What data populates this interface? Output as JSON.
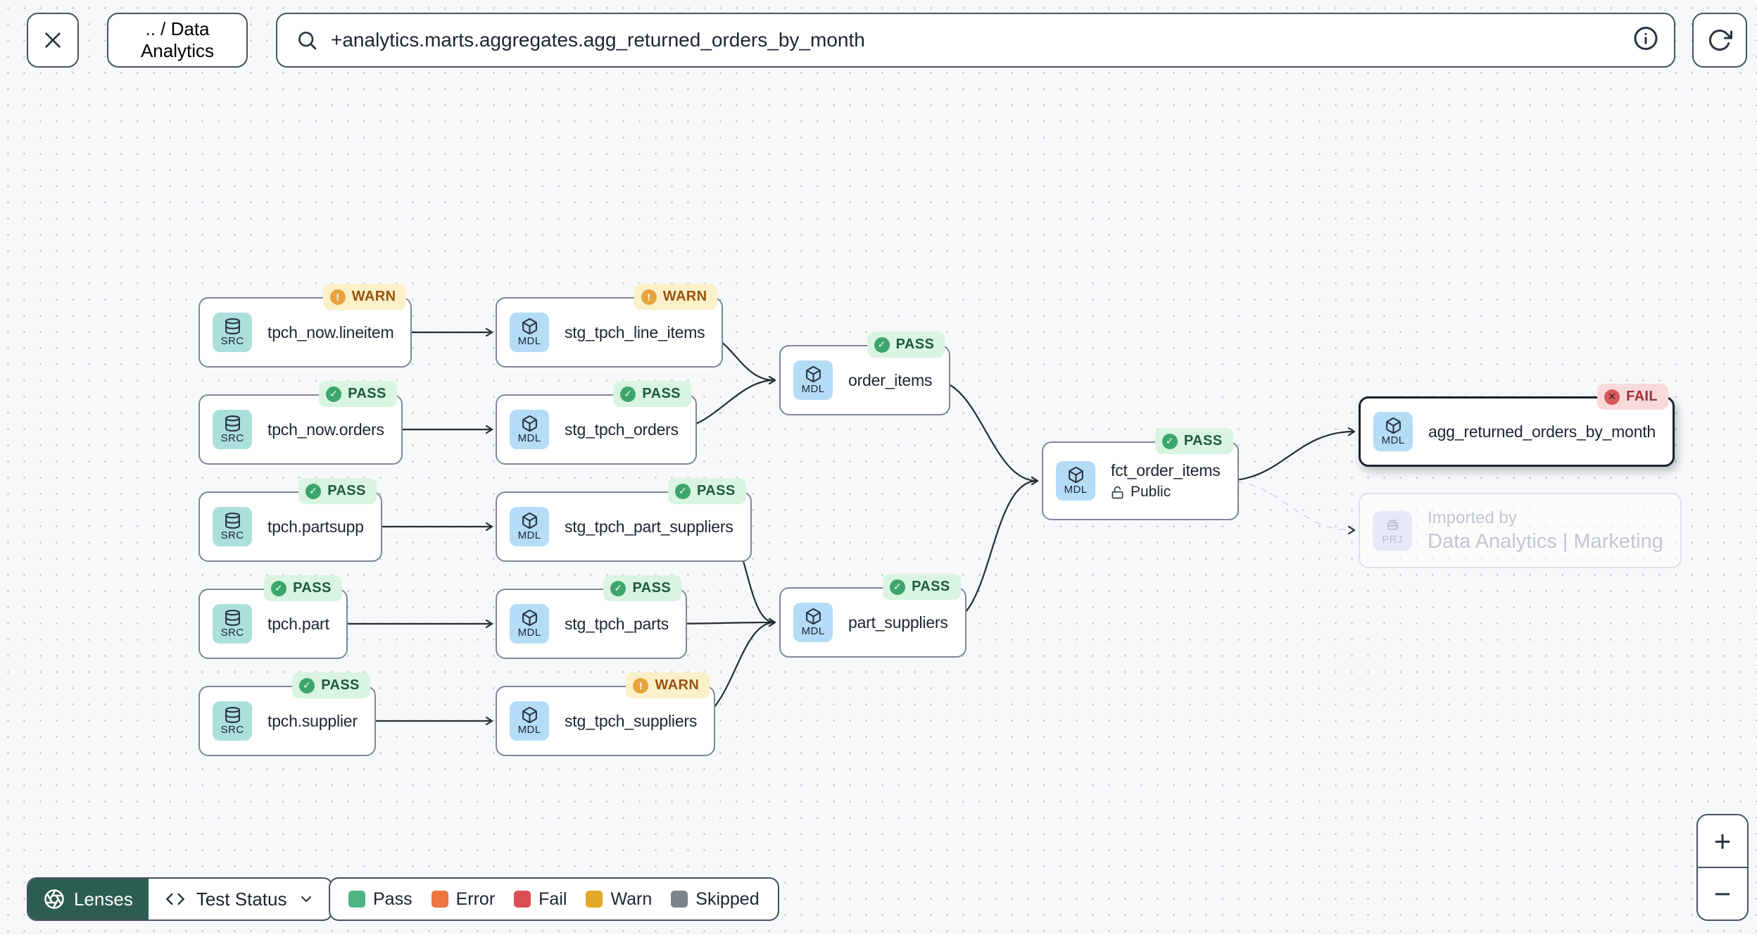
{
  "toolbar": {
    "breadcrumb": ".. / Data Analytics",
    "search_value": "+analytics.marts.aggregates.agg_returned_orders_by_month"
  },
  "icons": {
    "pass": "✓",
    "warn": "!",
    "fail": "✕"
  },
  "nodes": [
    {
      "id": "tpch_now.lineitem",
      "type_label": "SRC",
      "label": "tpch_now.lineitem",
      "status_label": "WARN"
    },
    {
      "id": "stg_tpch_line_items",
      "type_label": "MDL",
      "label": "stg_tpch_line_items",
      "status_label": "WARN"
    },
    {
      "id": "tpch_now.orders",
      "type_label": "SRC",
      "label": "tpch_now.orders",
      "status_label": "PASS"
    },
    {
      "id": "stg_tpch_orders",
      "type_label": "MDL",
      "label": "stg_tpch_orders",
      "status_label": "PASS"
    },
    {
      "id": "tpch.partsupp",
      "type_label": "SRC",
      "label": "tpch.partsupp",
      "status_label": "PASS"
    },
    {
      "id": "stg_tpch_part_suppliers",
      "type_label": "MDL",
      "label": "stg_tpch_part_suppliers",
      "status_label": "PASS"
    },
    {
      "id": "tpch.part",
      "type_label": "SRC",
      "label": "tpch.part",
      "status_label": "PASS"
    },
    {
      "id": "stg_tpch_parts",
      "type_label": "MDL",
      "label": "stg_tpch_parts",
      "status_label": "PASS"
    },
    {
      "id": "tpch.supplier",
      "type_label": "SRC",
      "label": "tpch.supplier",
      "status_label": "PASS"
    },
    {
      "id": "stg_tpch_suppliers",
      "type_label": "MDL",
      "label": "stg_tpch_suppliers",
      "status_label": "WARN"
    },
    {
      "id": "order_items",
      "type_label": "MDL",
      "label": "order_items",
      "status_label": "PASS"
    },
    {
      "id": "part_suppliers",
      "type_label": "MDL",
      "label": "part_suppliers",
      "status_label": "PASS"
    },
    {
      "id": "fct_order_items",
      "type_label": "MDL",
      "label": "fct_order_items",
      "status_label": "PASS",
      "access_label": "Public"
    },
    {
      "id": "agg_returned_orders_by_month",
      "type_label": "MDL",
      "label": "agg_returned_orders_by_month",
      "status_label": "FAIL",
      "selected": true
    },
    {
      "id": "imported_project",
      "type_label": "PRJ",
      "label_line1": "Imported by",
      "label_line2": "Data Analytics | Marketing",
      "faded": true
    }
  ],
  "edges": [
    {
      "from": "tpch_now.lineitem",
      "to": "stg_tpch_line_items"
    },
    {
      "from": "tpch_now.orders",
      "to": "stg_tpch_orders"
    },
    {
      "from": "tpch.partsupp",
      "to": "stg_tpch_part_suppliers"
    },
    {
      "from": "tpch.part",
      "to": "stg_tpch_parts"
    },
    {
      "from": "tpch.supplier",
      "to": "stg_tpch_suppliers"
    },
    {
      "from": "stg_tpch_line_items",
      "to": "order_items"
    },
    {
      "from": "stg_tpch_orders",
      "to": "order_items"
    },
    {
      "from": "stg_tpch_part_suppliers",
      "to": "part_suppliers"
    },
    {
      "from": "stg_tpch_parts",
      "to": "part_suppliers"
    },
    {
      "from": "stg_tpch_suppliers",
      "to": "part_suppliers"
    },
    {
      "from": "order_items",
      "to": "fct_order_items"
    },
    {
      "from": "part_suppliers",
      "to": "fct_order_items"
    },
    {
      "from": "fct_order_items",
      "to": "agg_returned_orders_by_month"
    },
    {
      "from": "fct_order_items",
      "to": "imported_project",
      "style": "dashed"
    }
  ],
  "footer": {
    "lenses_label": "Lenses",
    "lens_selected": "Test Status",
    "legend": [
      {
        "label": "Pass",
        "color": "#4DB582"
      },
      {
        "label": "Error",
        "color": "#EC7540"
      },
      {
        "label": "Fail",
        "color": "#D94F55"
      },
      {
        "label": "Warn",
        "color": "#E2A827"
      },
      {
        "label": "Skipped",
        "color": "#7D838C"
      }
    ]
  },
  "zoom_controls": {
    "zoom_in": "+",
    "zoom_out": "−"
  }
}
